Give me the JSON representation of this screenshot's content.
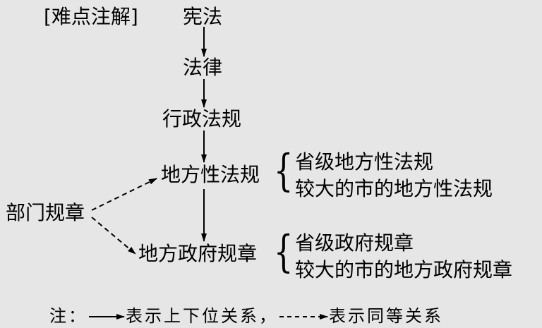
{
  "note": "[难点注解]",
  "nodes": {
    "constitution": "宪法",
    "law": "法律",
    "admin_regulation": "行政法规",
    "local_regulation": "地方性法规",
    "local_gov_rule": "地方政府规章",
    "dept_rule": "部门规章"
  },
  "local_regulation_types": [
    "省级地方性法规",
    "较大的市的地方性法规"
  ],
  "local_gov_rule_types": [
    "省级政府规章",
    "较大的市的地方政府规章"
  ],
  "legend": {
    "prefix": "注：",
    "solid_meaning": "表示上下位关系，",
    "dashed_meaning": "表示同等关系"
  },
  "colors": {
    "background": "#e6e6e6",
    "ink": "#000000"
  }
}
